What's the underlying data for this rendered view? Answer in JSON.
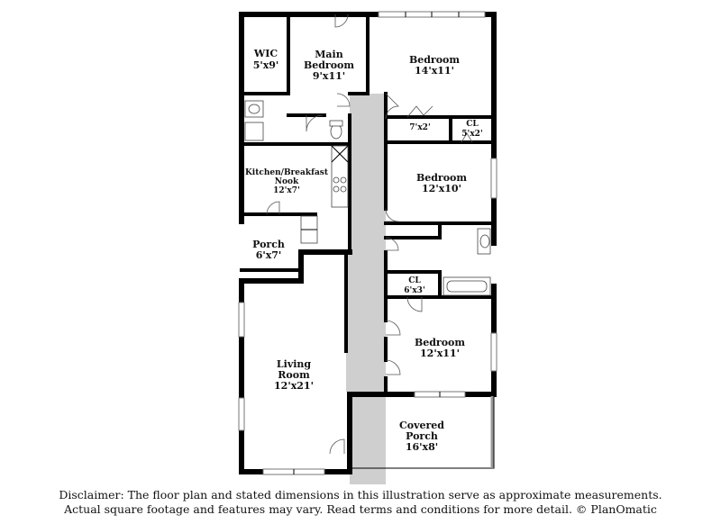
{
  "rooms": {
    "wic": {
      "name": "WIC",
      "dim": "5'x9'"
    },
    "main_bedroom": {
      "name_line1": "Main",
      "name_line2": "Bedroom",
      "dim": "9'x11'"
    },
    "bedroom_1": {
      "name": "Bedroom",
      "dim": "14'x11'"
    },
    "hall_closet": {
      "dim": "7'x2'"
    },
    "closet_1": {
      "name": "CL",
      "dim": "5'x2'"
    },
    "kitchen": {
      "name_line1": "Kitchen/Breakfast",
      "name_line2": "Nook",
      "dim": "12'x7'"
    },
    "bedroom_2": {
      "name": "Bedroom",
      "dim": "12'x10'"
    },
    "porch": {
      "name": "Porch",
      "dim": "6'x7'"
    },
    "closet_2": {
      "name": "CL",
      "dim": "6'x3'"
    },
    "living_room": {
      "name_line1": "Living",
      "name_line2": "Room",
      "dim": "12'x21'"
    },
    "bedroom_3": {
      "name": "Bedroom",
      "dim": "12'x11'"
    },
    "covered_porch": {
      "name_line1": "Covered",
      "name_line2": "Porch",
      "dim": "16'x8'"
    }
  },
  "disclaimer": {
    "line1": "Disclaimer: The floor plan and stated dimensions in this illustration serve as approximate measurements.",
    "line2": "Actual square footage and features may vary. Read terms and conditions for more detail. © PlanOmatic"
  },
  "colors": {
    "wall": "#000000",
    "hallway": "#cfcfcf",
    "window": "#777777",
    "background": "#ffffff"
  }
}
